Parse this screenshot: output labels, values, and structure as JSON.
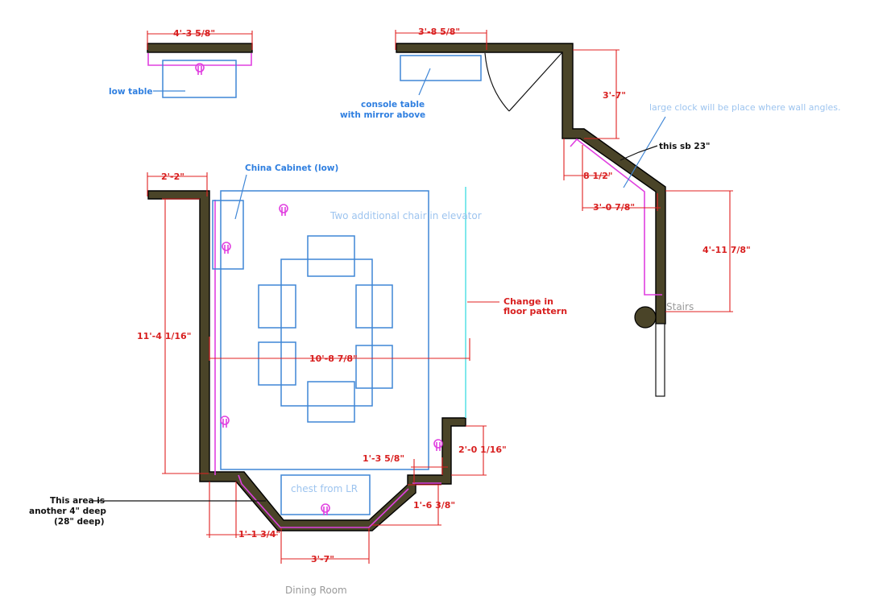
{
  "title": "Dining Room",
  "dimensions": {
    "low_table_width": "4'-3 5/8\"",
    "console_width": "3'-8 5/8\"",
    "upper_return": "3'-7\"",
    "angle_offset": "8 1/2\"",
    "angle_width": "3'-0 7/8\"",
    "right_wall": "4'-11 7/8\"",
    "left_stub": "2'-2\"",
    "left_wall": "11'-4 1/16\"",
    "room_width": "10'-8 7/8\"",
    "bottom_right_jog": "2'-0 1/16\"",
    "bottom_right_return": "1'-3 5/8\"",
    "bay_right_depth": "1'-6 3/8\"",
    "bay_left_depth": "1'-1 3/4\"",
    "bay_width": "3'-7\""
  },
  "labels": {
    "low_table": "low table",
    "console_line1": "console table",
    "console_line2": "with mirror above",
    "clock_note": "large clock will be place where wall angles.",
    "angle_note": "this sb 23\"",
    "china_cabinet": "China Cabinet (low)",
    "extra_chairs": "Two additional chair in elevator",
    "floor_change_line1": "Change in",
    "floor_change_line2": "floor pattern",
    "stairs": "Stairs",
    "chest": "chest from LR",
    "area_note_line1": "This area is",
    "area_note_line2": "another 4\" deep",
    "area_note_line3": "(28\" deep)"
  }
}
